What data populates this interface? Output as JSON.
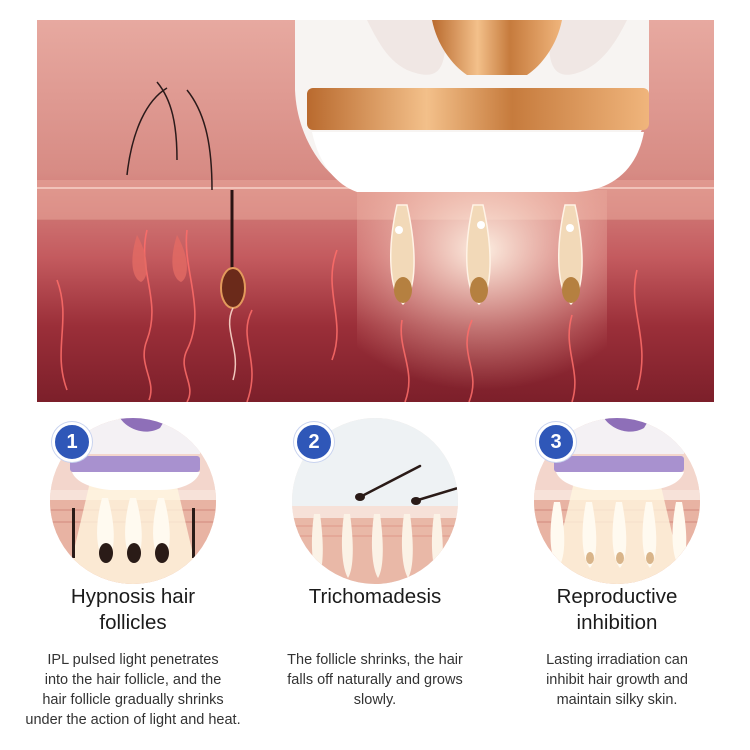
{
  "steps": [
    {
      "number": "1",
      "title_line1": "Hypnosis hair",
      "title_line2": "follicles",
      "desc_line1": "IPL pulsed light penetrates",
      "desc_line2": "into the hair follicle, and the",
      "desc_line3": "hair follicle gradually shrinks",
      "desc_line4": "under the action of light and heat."
    },
    {
      "number": "2",
      "title_line1": "Trichomadesis",
      "title_line2": "",
      "desc_line1": "The follicle shrinks, the hair",
      "desc_line2": "falls off naturally and grows",
      "desc_line3": "slowly.",
      "desc_line4": ""
    },
    {
      "number": "3",
      "title_line1": "Reproductive",
      "title_line2": "inhibition",
      "desc_line1": "Lasting irradiation can",
      "desc_line2": "inhibit hair growth and",
      "desc_line3": "maintain silky skin.",
      "desc_line4": ""
    }
  ],
  "colors": {
    "badge": "#2f57b8",
    "skin": "#d78b84",
    "dermis": "#9b2f39",
    "device_gold": "#d88a4a",
    "device_purple": "#9d86c6"
  },
  "icons": {
    "hero": "ipl-device-illustration",
    "step1": "device-over-follicles",
    "step2": "falling-hairs",
    "step3": "device-over-shrunk-follicles"
  }
}
